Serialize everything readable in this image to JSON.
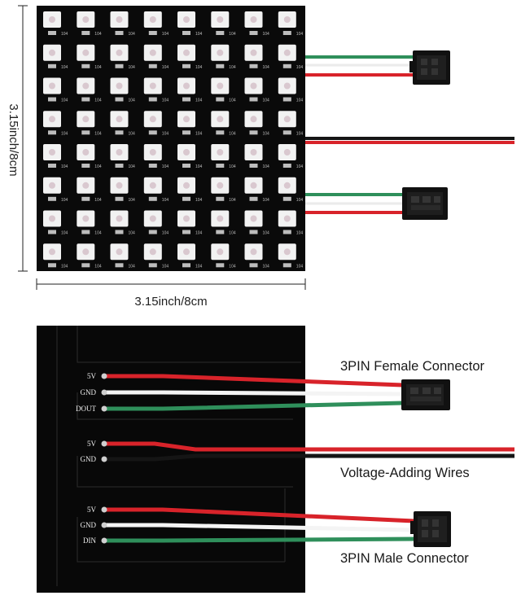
{
  "top_view": {
    "width_label": "3.15inch/8cm",
    "height_label": "3.15inch/8cm",
    "grid_rows": 8,
    "grid_cols": 8,
    "component_code": "104",
    "board_color": "#0a0a0a",
    "led_color": "#f2f2f2"
  },
  "bottom_view": {
    "pad_groups": [
      {
        "pads": [
          "5V",
          "GND",
          "DOUT"
        ]
      },
      {
        "pads": [
          "5V",
          "GND"
        ]
      },
      {
        "pads": [
          "5V",
          "GND",
          "DIN"
        ]
      }
    ],
    "callouts": {
      "female": "3PIN Female Connector",
      "voltage": "Voltage-Adding Wires",
      "male": "3PIN Male Connector"
    }
  },
  "wire_colors": {
    "red": "#d8232a",
    "white": "#f4f4f4",
    "green": "#2f8f5b",
    "black": "#151515"
  }
}
